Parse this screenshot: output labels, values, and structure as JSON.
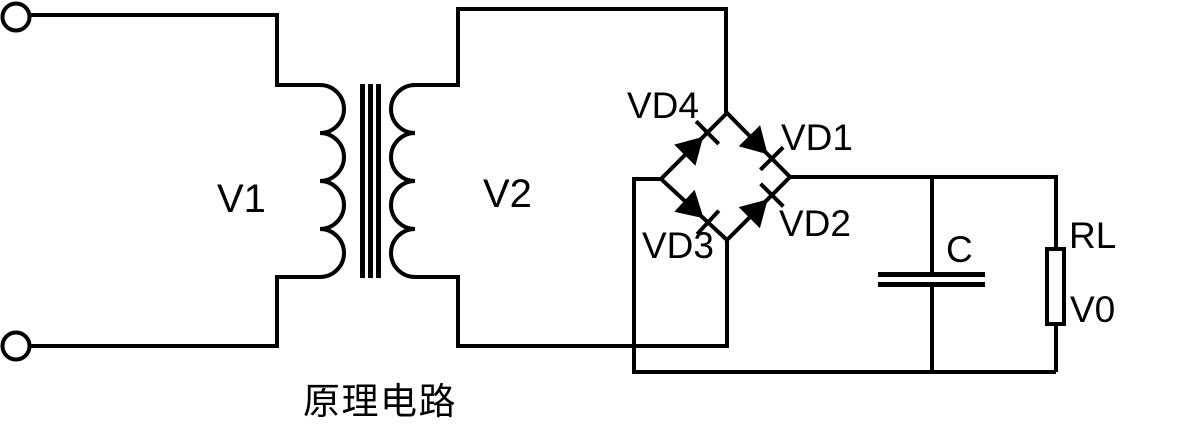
{
  "diagram": {
    "caption": "原理电路",
    "labels": {
      "primary_voltage": "V1",
      "secondary_voltage": "V2",
      "diode1": "VD1",
      "diode2": "VD2",
      "diode3": "VD3",
      "diode4": "VD4",
      "capacitor": "C",
      "load_resistor": "RL",
      "output_voltage": "V0"
    },
    "colors": {
      "stroke": "#000000",
      "background": "#ffffff"
    }
  }
}
